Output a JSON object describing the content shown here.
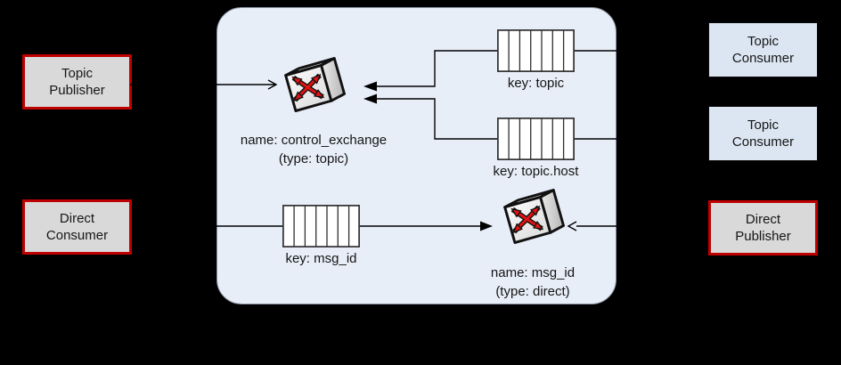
{
  "diagram_kind": "message-broker-rpc-diagram",
  "background_color": "#000000",
  "broker": {
    "container_fill": "#e8eef8",
    "container_border": "#8a93a3"
  },
  "nodes": {
    "topic_publisher": {
      "line1": "Topic",
      "line2": "Publisher",
      "fill": "#d9d9d9",
      "border": "#c00000"
    },
    "direct_consumer": {
      "line1": "Direct",
      "line2": "Consumer",
      "fill": "#d9d9d9",
      "border": "#c00000"
    },
    "topic_consumer_1": {
      "line1": "Topic",
      "line2": "Consumer",
      "fill": "#dce6f2",
      "border": "#000000"
    },
    "topic_consumer_2": {
      "line1": "Topic",
      "line2": "Consumer",
      "fill": "#dce6f2",
      "border": "#000000"
    },
    "direct_publisher": {
      "line1": "Direct",
      "line2": "Publisher",
      "fill": "#d9d9d9",
      "border": "#c00000"
    }
  },
  "exchanges": {
    "control": {
      "name_label": "name: control_exchange",
      "type_label": "(type: topic)",
      "icon": "switch-exchange-icon"
    },
    "direct": {
      "name_label": "name: msg_id",
      "type_label": "(type: direct)",
      "icon": "switch-exchange-icon"
    }
  },
  "queues": {
    "topic": {
      "label": "key: topic",
      "icon": "queue-icon"
    },
    "topic_host": {
      "label": "key: topic.host",
      "icon": "queue-icon"
    },
    "msg_id": {
      "label": "key: msg_id",
      "icon": "queue-icon"
    }
  },
  "connectors": {
    "line_color": "#000000"
  },
  "icon_colors": {
    "exchange_arrow_red": "#e01212",
    "exchange_outline": "#111111",
    "queue_outline": "#2f2f2f"
  }
}
